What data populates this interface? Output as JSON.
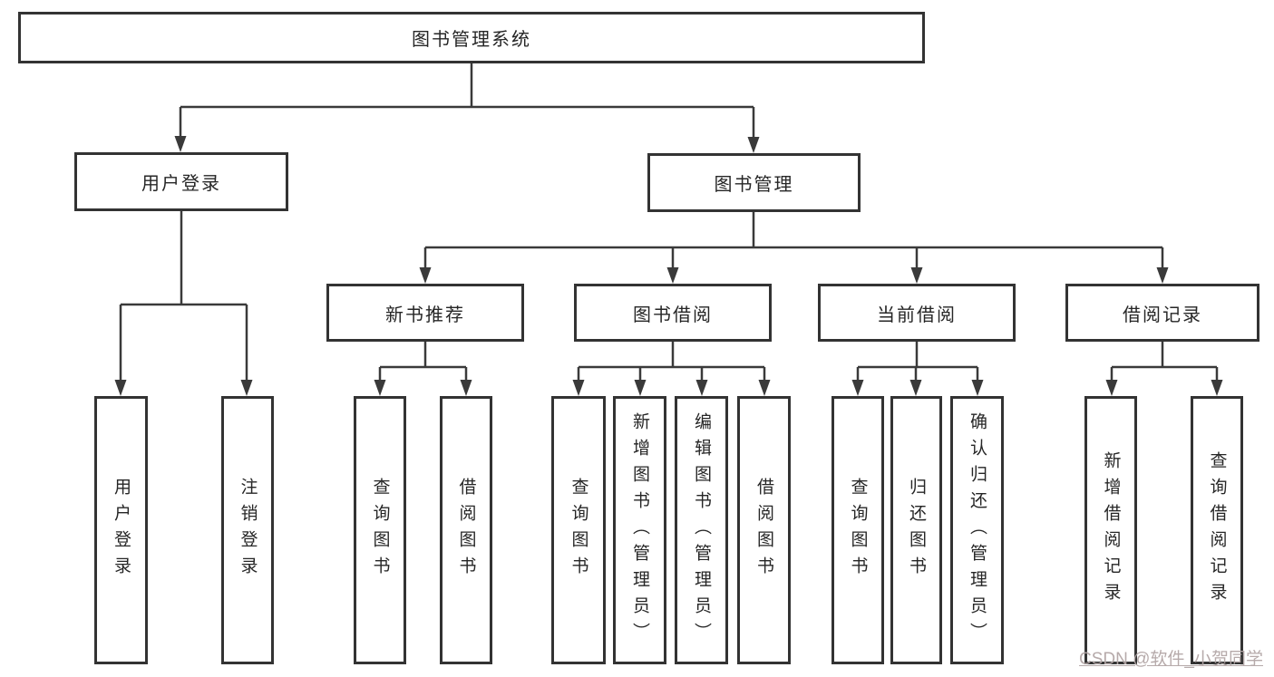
{
  "tree": {
    "root": {
      "label": "图书管理系统"
    },
    "branches": [
      {
        "label": "用户登录",
        "leaves": [
          {
            "label": "用户登录"
          },
          {
            "label": "注销登录"
          }
        ]
      },
      {
        "label": "图书管理",
        "groups": [
          {
            "label": "新书推荐",
            "leaves": [
              {
                "label": "查询图书"
              },
              {
                "label": "借阅图书"
              }
            ]
          },
          {
            "label": "图书借阅",
            "leaves": [
              {
                "label": "查询图书"
              },
              {
                "label": "新增图书（管理员）"
              },
              {
                "label": "编辑图书（管理员）"
              },
              {
                "label": "借阅图书"
              }
            ]
          },
          {
            "label": "当前借阅",
            "leaves": [
              {
                "label": "查询图书"
              },
              {
                "label": "归还图书"
              },
              {
                "label": "确认归还（管理员）"
              }
            ]
          },
          {
            "label": "借阅记录",
            "leaves": [
              {
                "label": "新增借阅记录"
              },
              {
                "label": "查询借阅记录"
              }
            ]
          }
        ]
      }
    ]
  },
  "watermark": {
    "text": "CSDN @软件_小贺同学"
  },
  "colors": {
    "line": "#3a3a3a",
    "border": "#333333",
    "text": "#262626",
    "watermark": "#b3a6a6",
    "background": "#ffffff"
  }
}
